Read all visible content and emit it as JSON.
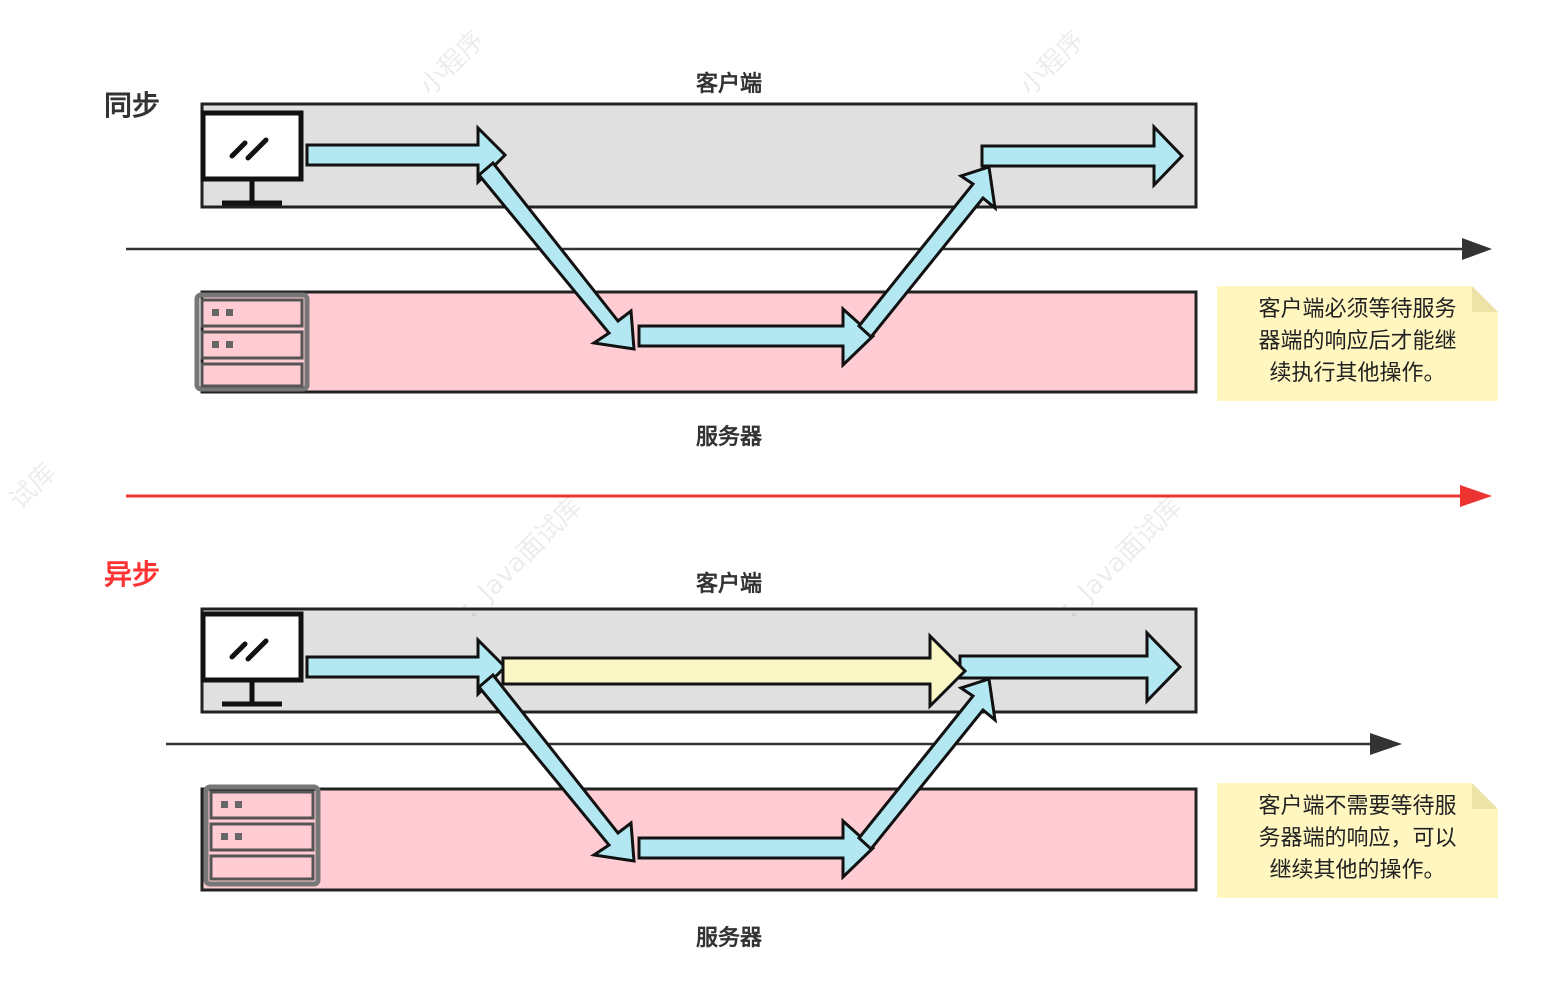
{
  "sync": {
    "title": "同步",
    "client_label": "客户端",
    "server_label": "服务器",
    "note": [
      "客户端必须等待服务",
      "器端的响应后才能继",
      "续执行其他操作。"
    ],
    "title_color": "#333333"
  },
  "async": {
    "title": "异步",
    "client_label": "客户端",
    "server_label": "服务器",
    "note": [
      "客户端不需要等待服",
      "务器端的响应，可以",
      "继续其他的操作。"
    ],
    "title_color": "#ff3333"
  },
  "colors": {
    "client_lane": "#e0e0e0",
    "server_lane": "#ffccd3",
    "flow_arrow": "#b3e8f2",
    "async_arrow": "#fbf6c6",
    "timeline": "#333333",
    "divider": "#ee3333",
    "note_bg": "#fff6c0"
  },
  "icons": {
    "client": "monitor-icon",
    "server": "server-rack-icon"
  },
  "watermark": {
    "text_a": "小程序",
    "text_b": "：Java面试库",
    "text_c": "试库"
  }
}
